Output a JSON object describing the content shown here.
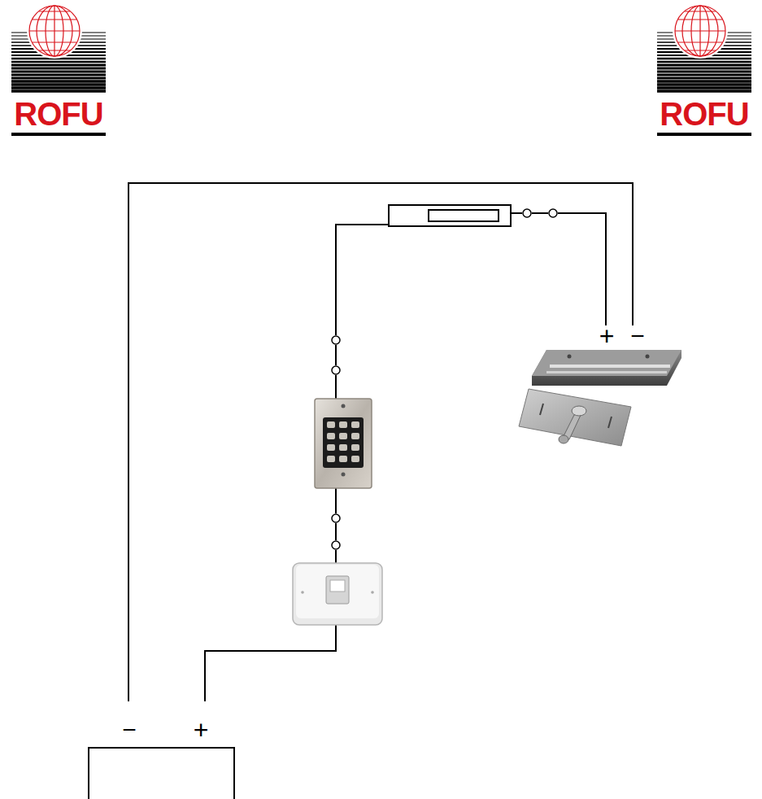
{
  "diagram": {
    "labels": [
      "ROFU",
      "ROFU",
      "−",
      "+",
      "+",
      "−"
    ]
  }
}
